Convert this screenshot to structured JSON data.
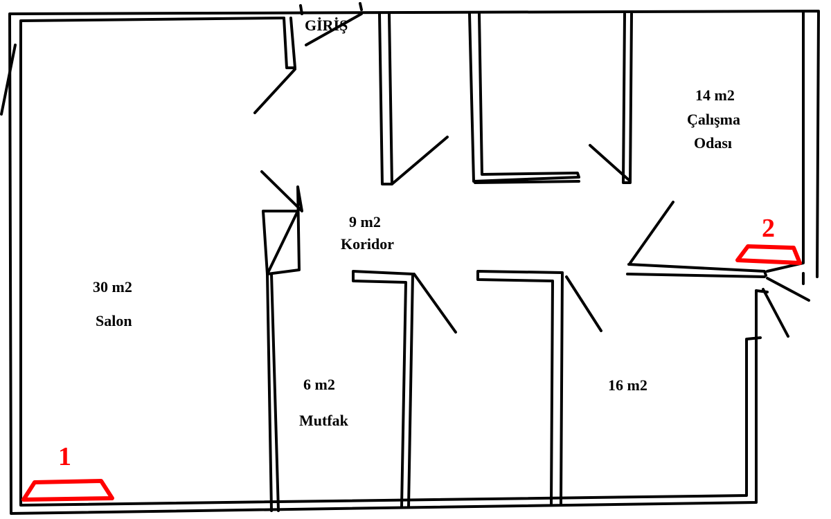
{
  "colors": {
    "ink": "#000000",
    "marker": "#ff0000"
  },
  "entrance": {
    "label": "GİRİŞ"
  },
  "rooms": [
    {
      "name": "Salon",
      "area": "30 m2"
    },
    {
      "name": "Mutfak",
      "area": "6 m2"
    },
    {
      "name": "Koridor",
      "area": "9 m2"
    },
    {
      "name": "Çalışma",
      "name2": "Odası",
      "area": "14 m2"
    },
    {
      "name": "",
      "area": "16 m2"
    }
  ],
  "markers": [
    {
      "label": "1"
    },
    {
      "label": "2"
    }
  ]
}
